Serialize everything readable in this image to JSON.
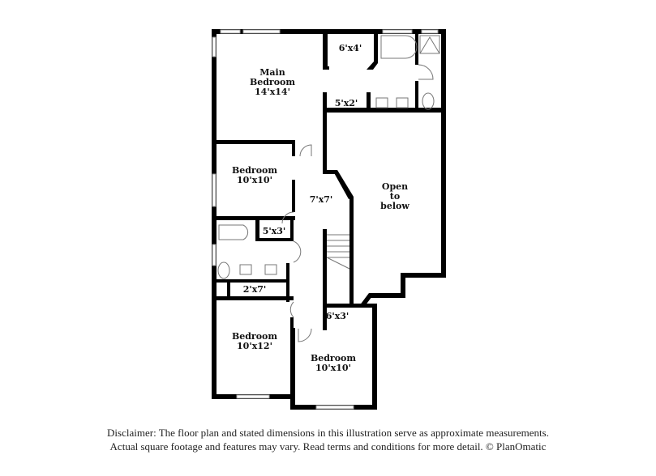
{
  "rooms": {
    "main_bedroom": {
      "name_1": "Main",
      "name_2": "Bedroom",
      "size": "14'x14'"
    },
    "closet_main": {
      "size": "6'x4'"
    },
    "closet_small": {
      "size": "5'x2'"
    },
    "bedroom_a": {
      "name": "Bedroom",
      "size": "10'x10'"
    },
    "hall": {
      "size": "7'x7'"
    },
    "open_below": {
      "line_1": "Open",
      "line_2": "to",
      "line_3": "below"
    },
    "closet_bath": {
      "size": "5'x3'"
    },
    "closet_linen": {
      "size": "2'x7'"
    },
    "closet_bed_c": {
      "size": "6'x3'"
    },
    "bedroom_b": {
      "name": "Bedroom",
      "size": "10'x12'"
    },
    "bedroom_c": {
      "name": "Bedroom",
      "size": "10'x10'"
    }
  },
  "disclaimer": {
    "line_1": "Disclaimer: The floor plan and stated dimensions in this illustration serve as approximate measurements.",
    "line_2": "Actual square footage and features may vary. Read terms and conditions for more detail. © PlanOmatic"
  }
}
